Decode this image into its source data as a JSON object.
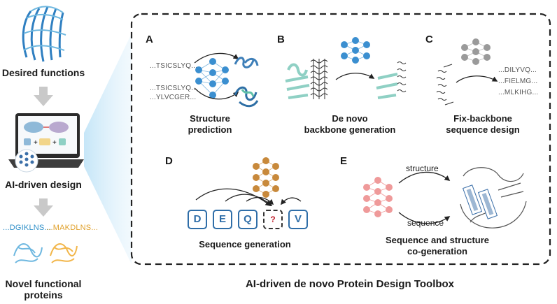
{
  "left": {
    "desired_functions": "Desired functions",
    "ai_driven_design": "AI-driven design",
    "seq1": "...DGIKLNS...",
    "seq2": "...MAKDLNS...",
    "novel_line1": "Novel functional",
    "novel_line2": "proteins"
  },
  "toolbox_title": "AI-driven de novo Protein Design Toolbox",
  "panels": {
    "a": {
      "letter": "A",
      "seqs": [
        "...TSICSLYQ...",
        "...TSICSLYQ...",
        "...YLVCGER..."
      ],
      "caption_line1": "Structure",
      "caption_line2": "prediction"
    },
    "b": {
      "letter": "B",
      "caption_line1": "De novo",
      "caption_line2": "backbone generation"
    },
    "c": {
      "letter": "C",
      "seqs": [
        "...DILYVQ...",
        "...FIELMG...",
        "...MLKIHG..."
      ],
      "caption_line1": "Fix-backbone",
      "caption_line2": "sequence design"
    },
    "d": {
      "letter": "D",
      "tokens": [
        "D",
        "E",
        "Q",
        "?",
        "V"
      ],
      "caption": "Sequence generation"
    },
    "e": {
      "letter": "E",
      "arrow_top": "structure",
      "arrow_bottom": "sequence",
      "caption_line1": "Sequence and structure",
      "caption_line2": "co-generation"
    }
  },
  "colors": {
    "blue_node": "#3b8fd0",
    "grey_node": "#9a9a9a",
    "orange_node": "#c8893b",
    "pink_node": "#ef9a9a",
    "teal_protein": "#8fd0c4",
    "orange_protein": "#f2b64a",
    "blue_protein": "#6fb8e0"
  }
}
